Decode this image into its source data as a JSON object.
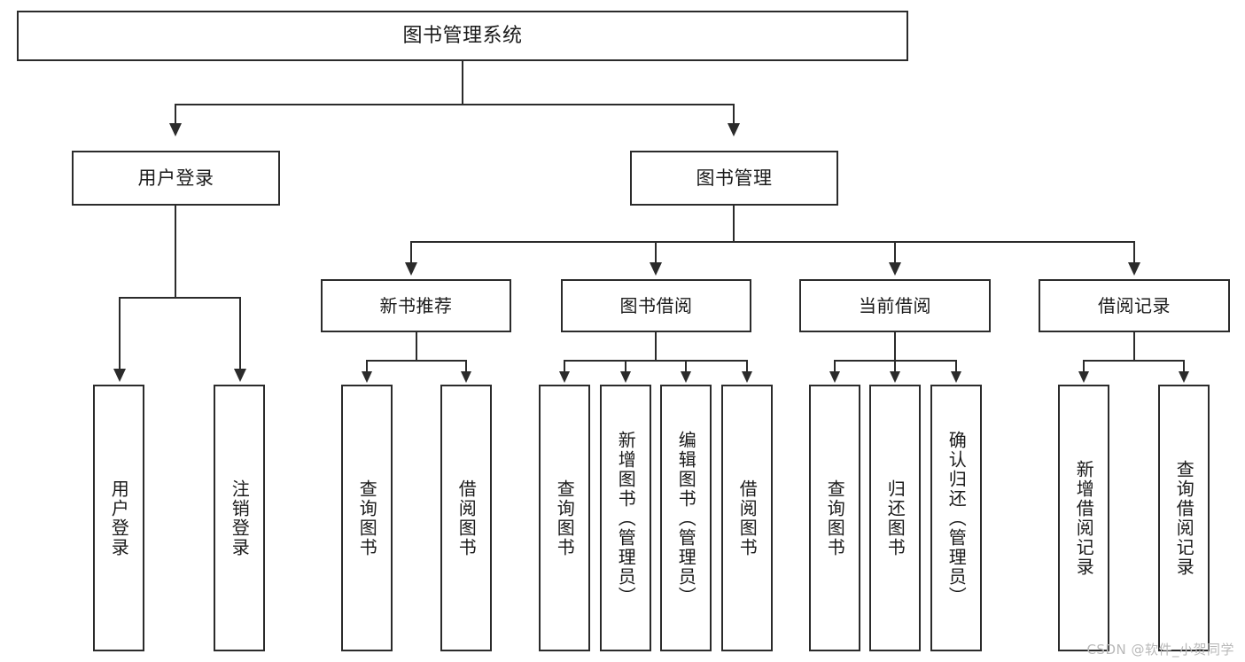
{
  "diagram": {
    "title": "图书管理系统",
    "type": "tree-hierarchy-chart",
    "root": {
      "label": "图书管理系统"
    },
    "tier2": [
      {
        "label": "用户登录"
      },
      {
        "label": "图书管理"
      }
    ],
    "tier3": [
      {
        "label": "新书推荐"
      },
      {
        "label": "图书借阅"
      },
      {
        "label": "当前借阅"
      },
      {
        "label": "借阅记录"
      }
    ],
    "leaves": {
      "user_login": [
        {
          "label": "用户登录"
        },
        {
          "label": "注销登录"
        }
      ],
      "new_book_recommend": [
        {
          "label": "查询图书"
        },
        {
          "label": "借阅图书"
        }
      ],
      "book_borrow": [
        {
          "label": "查询图书"
        },
        {
          "label": "新增图书（管理员）"
        },
        {
          "label": "编辑图书（管理员）"
        },
        {
          "label": "借阅图书"
        }
      ],
      "current_borrow": [
        {
          "label": "查询图书"
        },
        {
          "label": "归还图书"
        },
        {
          "label": "确认归还（管理员）"
        }
      ],
      "borrow_record": [
        {
          "label": "新增借阅记录"
        },
        {
          "label": "查询借阅记录"
        }
      ]
    }
  },
  "watermark": {
    "text": "CSDN @软件_小贺同学"
  },
  "colors": {
    "stroke": "#2b2b2b",
    "fill": "#ffffff",
    "text": "#1a1a1a",
    "watermark": "#b9b9b9"
  }
}
